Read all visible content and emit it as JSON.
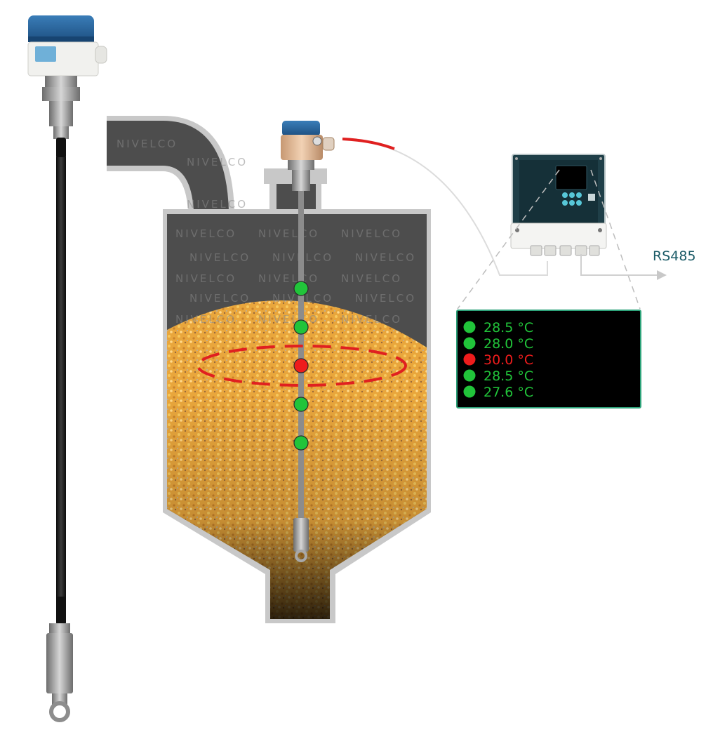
{
  "brand": {
    "watermark": "NIVELCO"
  },
  "output": {
    "protocol_label": "RS485"
  },
  "colors": {
    "ok": "#21c43a",
    "alarm": "#ee1c1c",
    "display_border": "#2ea37a",
    "rs485_text": "#1a5a66",
    "signal_line": "#e02020"
  },
  "readings": [
    {
      "value": "28.5 °C",
      "status": "ok"
    },
    {
      "value": "28.0 °C",
      "status": "ok"
    },
    {
      "value": "30.0 °C",
      "status": "alarm"
    },
    {
      "value": "28.5 °C",
      "status": "ok"
    },
    {
      "value": "27.6 °C",
      "status": "ok"
    }
  ],
  "sensor_points": [
    {
      "status": "ok"
    },
    {
      "status": "ok"
    },
    {
      "status": "alarm"
    },
    {
      "status": "ok"
    },
    {
      "status": "ok"
    }
  ]
}
